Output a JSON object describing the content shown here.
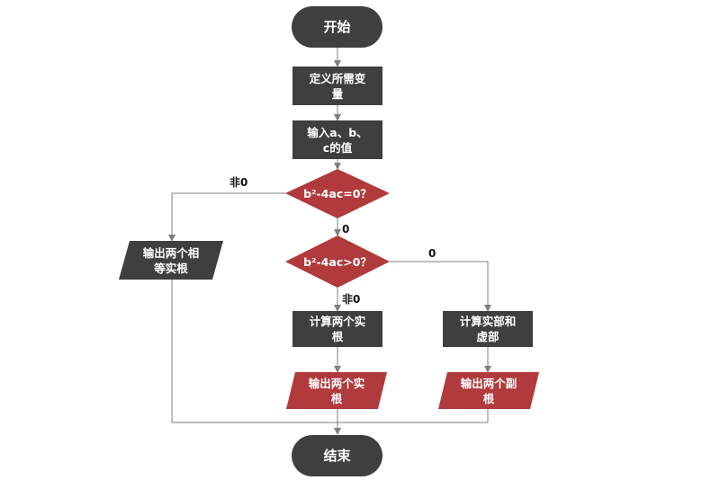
{
  "colors": {
    "dark_fill": "#3f3f3f",
    "red_fill": "#b03a3c",
    "connector": "#7f7f7f"
  },
  "nodes": {
    "start": {
      "text": "开始"
    },
    "define_vars": {
      "line1": "定义所需变",
      "line2": "量"
    },
    "input_abc": {
      "line1": "输入a、b、",
      "line2": "c的值"
    },
    "decision_eq": {
      "text": "b²-4ac=0？"
    },
    "decision_gt": {
      "text": "b²-4ac>0？"
    },
    "output_equal": {
      "line1": "输出两个相",
      "line2": "等实根"
    },
    "calc_real": {
      "line1": "计算两个实",
      "line2": "根"
    },
    "calc_complex": {
      "line1": "计算实部和",
      "line2": "虚部"
    },
    "output_real": {
      "line1": "输出两个实",
      "line2": "根"
    },
    "output_complex": {
      "line1": "输出两个副",
      "line2": "根"
    },
    "end": {
      "text": "结束"
    }
  },
  "edge_labels": {
    "eq_no": "非0",
    "eq_yes": "0",
    "gt_yes": "0",
    "gt_no": "非0"
  }
}
